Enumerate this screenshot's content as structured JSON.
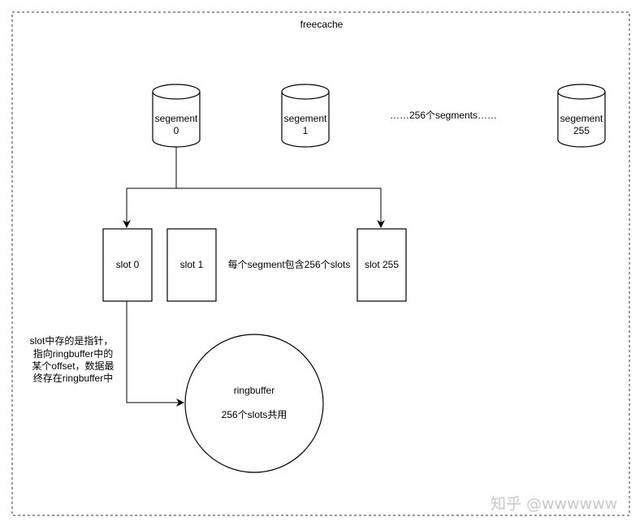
{
  "container": {
    "title": "freecache"
  },
  "segments": [
    {
      "line1": "segement",
      "line2": "0"
    },
    {
      "line1": "segement",
      "line2": "1"
    },
    {
      "line1": "segement",
      "line2": "255"
    }
  ],
  "segments_note": "……256个segments……",
  "slots": [
    {
      "label": "slot 0"
    },
    {
      "label": "slot 1"
    },
    {
      "label": "slot 255"
    }
  ],
  "slots_note": "每个segment包含256个slots",
  "slot_pointer_note": {
    "line1": "slot中存的是指针，",
    "line2": "指向ringbuffer中的",
    "line3": "某个offset，数据最",
    "line4": "终存在ringbuffer中"
  },
  "ringbuffer": {
    "title": "ringbuffer",
    "subtitle": "256个slots共用"
  },
  "watermark": "知乎 @wwwwww",
  "colors": {
    "stroke": "#000000",
    "container_border": "#333333",
    "background": "#ffffff",
    "watermark": "#c8c8c8"
  }
}
